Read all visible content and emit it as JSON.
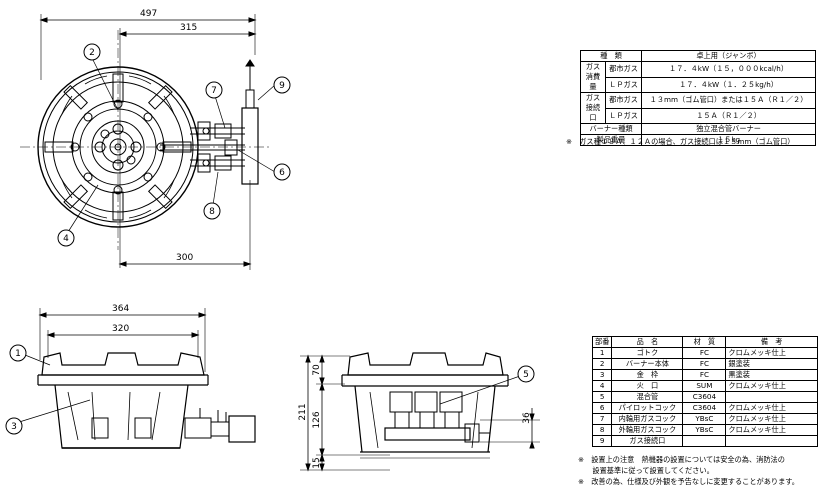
{
  "dimensions": {
    "top_width": "497",
    "top_inner": "315",
    "top_bottom": "300",
    "side_width": "364",
    "side_inner": "320",
    "height_total": "211",
    "height_top": "70",
    "height_mid": "126",
    "height_bottom": "15",
    "right_height": "36"
  },
  "callouts": [
    "1",
    "2",
    "3",
    "4",
    "5",
    "6",
    "7",
    "8",
    "9"
  ],
  "spec": {
    "header_kind": "種　類",
    "header_model": "卓上用（ジャンボ）",
    "consumption_label": "ガス消費量",
    "city_gas": "都市ガス",
    "lp_gas": "ＬＰガス",
    "consumption_city": "１７．４kW（１５，０００kcal/h）",
    "consumption_lp": "１７．４kW（１．２５kg/h）",
    "connection_label": "ガス接続口",
    "connection_city": "１３mm（ゴム管口）または１５Ａ（Ｒ１／２）",
    "connection_lp": "１５Ａ（Ｒ１／２）",
    "burner_label": "バーナー種類",
    "burner_value": "独立混合管バーナー",
    "weight_label": "製品重量",
    "weight_value": "１５kg"
  },
  "spec_note": "※　ガス種１３Ａ、１２Ａの場合、ガス接続口は１３mm（ゴム管口）",
  "parts": {
    "headers": [
      "部番",
      "品　名",
      "材　質",
      "備　考"
    ],
    "rows": [
      [
        "1",
        "ゴトク",
        "FC",
        "クロムメッキ仕上"
      ],
      [
        "2",
        "バーナー本体",
        "FC",
        "銀塗装"
      ],
      [
        "3",
        "金　枠",
        "FC",
        "黒塗装"
      ],
      [
        "4",
        "火　口",
        "SUM",
        "クロムメッキ仕上"
      ],
      [
        "5",
        "混合管",
        "C3604",
        ""
      ],
      [
        "6",
        "パイロットコック",
        "C3604",
        "クロムメッキ仕上"
      ],
      [
        "7",
        "内輪用ガスコック",
        "YBsC",
        "クロムメッキ仕上"
      ],
      [
        "8",
        "外輪用ガスコック",
        "YBsC",
        "クロムメッキ仕上"
      ],
      [
        "9",
        "ガス接続口",
        "",
        ""
      ]
    ]
  },
  "notes": [
    "※　設置上の注意　熱機器の設置については安全の為、消防法の",
    "　　設置基準に従って設置してください。",
    "※　改善の為、仕様及び外観を予告なしに変更することがあります。"
  ]
}
